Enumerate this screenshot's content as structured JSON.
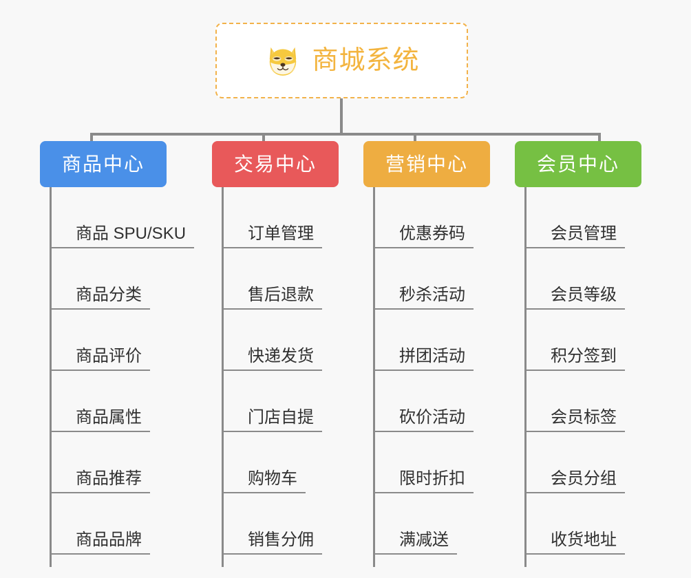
{
  "diagram": {
    "background_color": "#f8f8f8",
    "connector_color": "#8a8a8a",
    "root": {
      "title": "商城系统",
      "icon": "shiba-dog-icon",
      "text_color": "#f3b43f",
      "border_color": "#f2b24a",
      "background_color": "#ffffff"
    },
    "branches": [
      {
        "label": "商品中心",
        "color": "#4a90e8",
        "items": [
          "商品 SPU/SKU",
          "商品分类",
          "商品评价",
          "商品属性",
          "商品推荐",
          "商品品牌"
        ]
      },
      {
        "label": "交易中心",
        "color": "#e8595a",
        "items": [
          "订单管理",
          "售后退款",
          "快递发货",
          "门店自提",
          "购物车",
          "销售分佣"
        ]
      },
      {
        "label": "营销中心",
        "color": "#eead41",
        "items": [
          "优惠券码",
          "秒杀活动",
          "拼团活动",
          "砍价活动",
          "限时折扣",
          "满减送"
        ]
      },
      {
        "label": "会员中心",
        "color": "#76c043",
        "items": [
          "会员管理",
          "会员等级",
          "积分签到",
          "会员标签",
          "会员分组",
          "收货地址"
        ]
      }
    ]
  }
}
